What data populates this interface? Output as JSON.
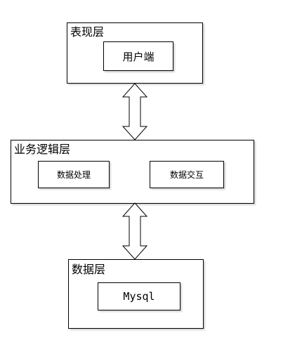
{
  "presentation_layer": {
    "title": "表现层",
    "components": [
      "用户端"
    ]
  },
  "business_layer": {
    "title": "业务逻辑层",
    "components": [
      "数据处理",
      "数据交互"
    ]
  },
  "data_layer": {
    "title": "数据层",
    "components": [
      "Mysql"
    ]
  },
  "colors": {
    "stroke": "#000000",
    "fill": "#ffffff"
  },
  "connectors": [
    {
      "from": "表现层",
      "to": "业务逻辑层",
      "style": "double-arrow"
    },
    {
      "from": "业务逻辑层",
      "to": "数据层",
      "style": "double-arrow"
    }
  ]
}
